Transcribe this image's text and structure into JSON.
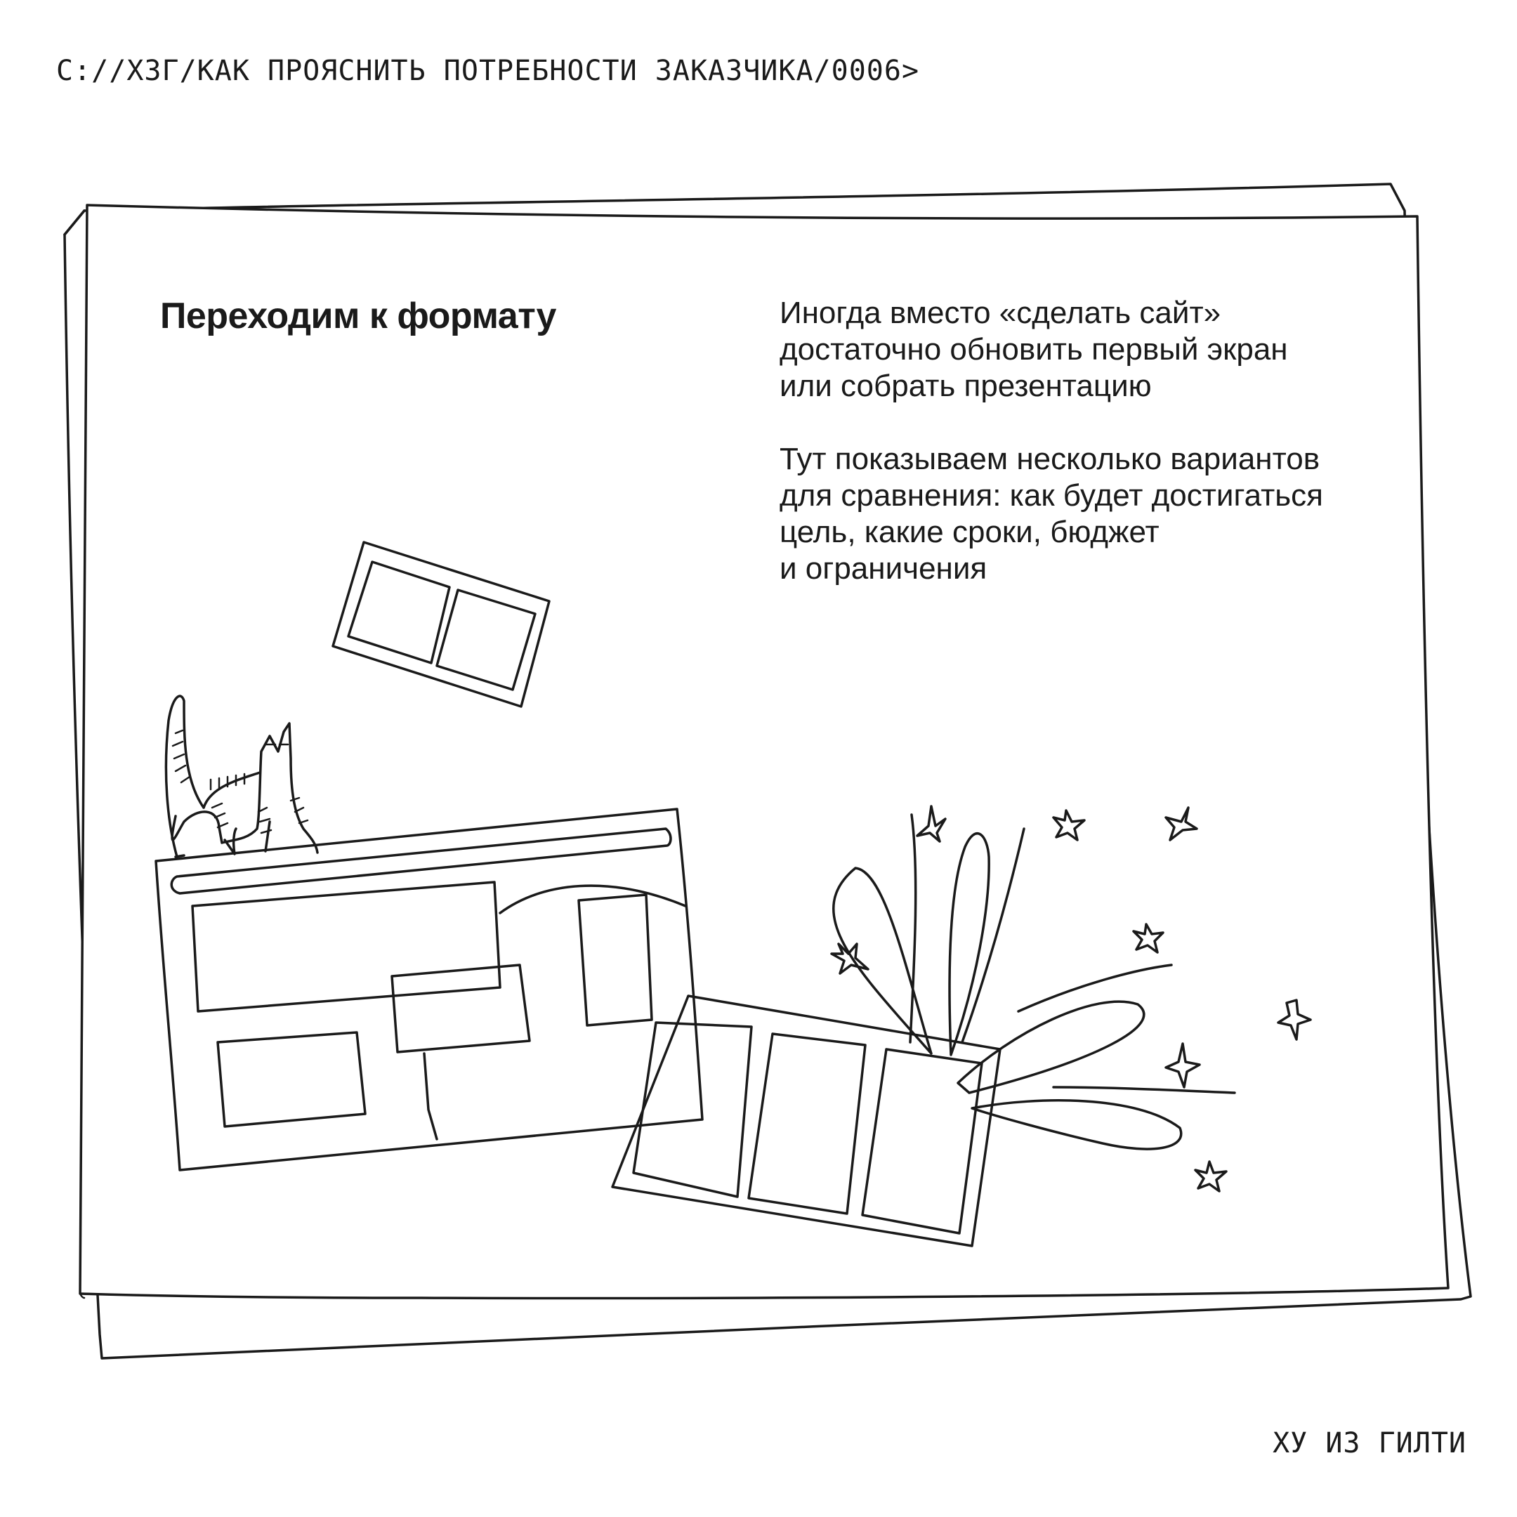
{
  "header": {
    "path": "C://ХЗГ/КАК ПРОЯСНИТЬ ПОТРЕБНОСТИ ЗАКАЗЧИКА/0006>"
  },
  "card": {
    "title": "Переходим к формату",
    "paragraphs": [
      "Иногда вместо «сделать сайт»\nдостаточно обновить первый экран\nили собрать презентацию",
      "Тут показываем несколько вариантов\nдля сравнения: как будет достигаться\nцель, какие сроки, бюджет\nи ограничения"
    ]
  },
  "illustration": {
    "icons": [
      "cat-icon",
      "website-sketch-icon",
      "slides-sketch-icon",
      "sparkle-icon"
    ]
  },
  "footer": {
    "signature": "ХУ ИЗ ГИЛТИ"
  },
  "colors": {
    "ink": "#1a1a1a",
    "background": "#ffffff"
  }
}
